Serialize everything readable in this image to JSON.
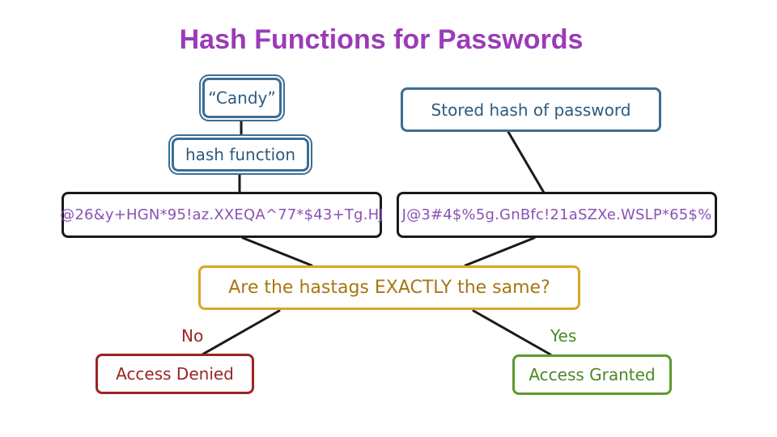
{
  "title": "Hash Functions for Passwords",
  "nodes": {
    "input_password": "“Candy”",
    "hash_function": "hash function",
    "stored_hash": "Stored hash of password",
    "computed_hash": "@26&y+HGN*95!az.XXEQA^77*$43+Tg.HJ",
    "stored_hash_value": "J@3#4$%5g.GnBfc!21aSZXe.WSLP*65$%",
    "question": "Are the hastags EXACTLY the same?",
    "denied": "Access Denied",
    "granted": "Access Granted"
  },
  "branches": {
    "no": "No",
    "yes": "Yes"
  },
  "colors": {
    "title": "#9b3bb8",
    "blue": "#3d6d93",
    "dark": "#1a1a1a",
    "purple_text": "#8a52b5",
    "gold": "#d8a628",
    "red": "#9a2424",
    "green": "#5d9a2b"
  }
}
